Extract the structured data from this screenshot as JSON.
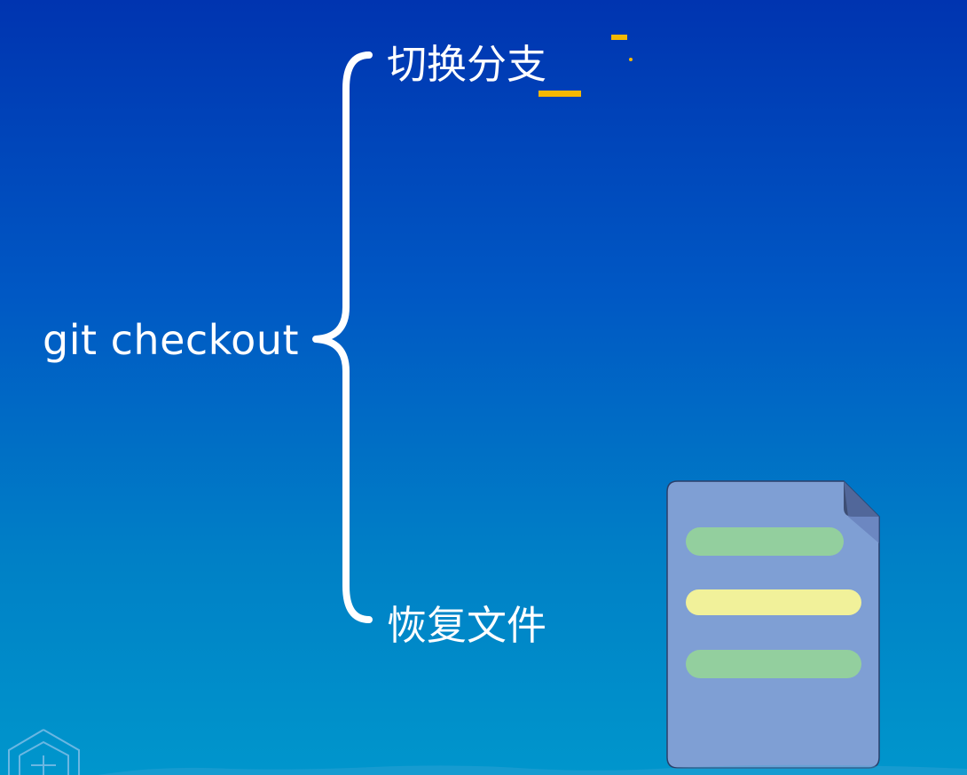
{
  "root": {
    "label": "git checkout"
  },
  "branches": [
    {
      "label": "切换分支"
    },
    {
      "label": "恢复文件"
    }
  ],
  "icons": {
    "document": "file-document-icon",
    "watermark": "cube-logo-icon"
  },
  "colors": {
    "bg_top": "#0034b0",
    "bg_bottom": "#0096cc",
    "accent_yellow": "#f5b800",
    "doc_body": "#7f9fd4",
    "doc_line_green": "#93cf9e",
    "doc_line_yellow": "#f1f19a"
  }
}
